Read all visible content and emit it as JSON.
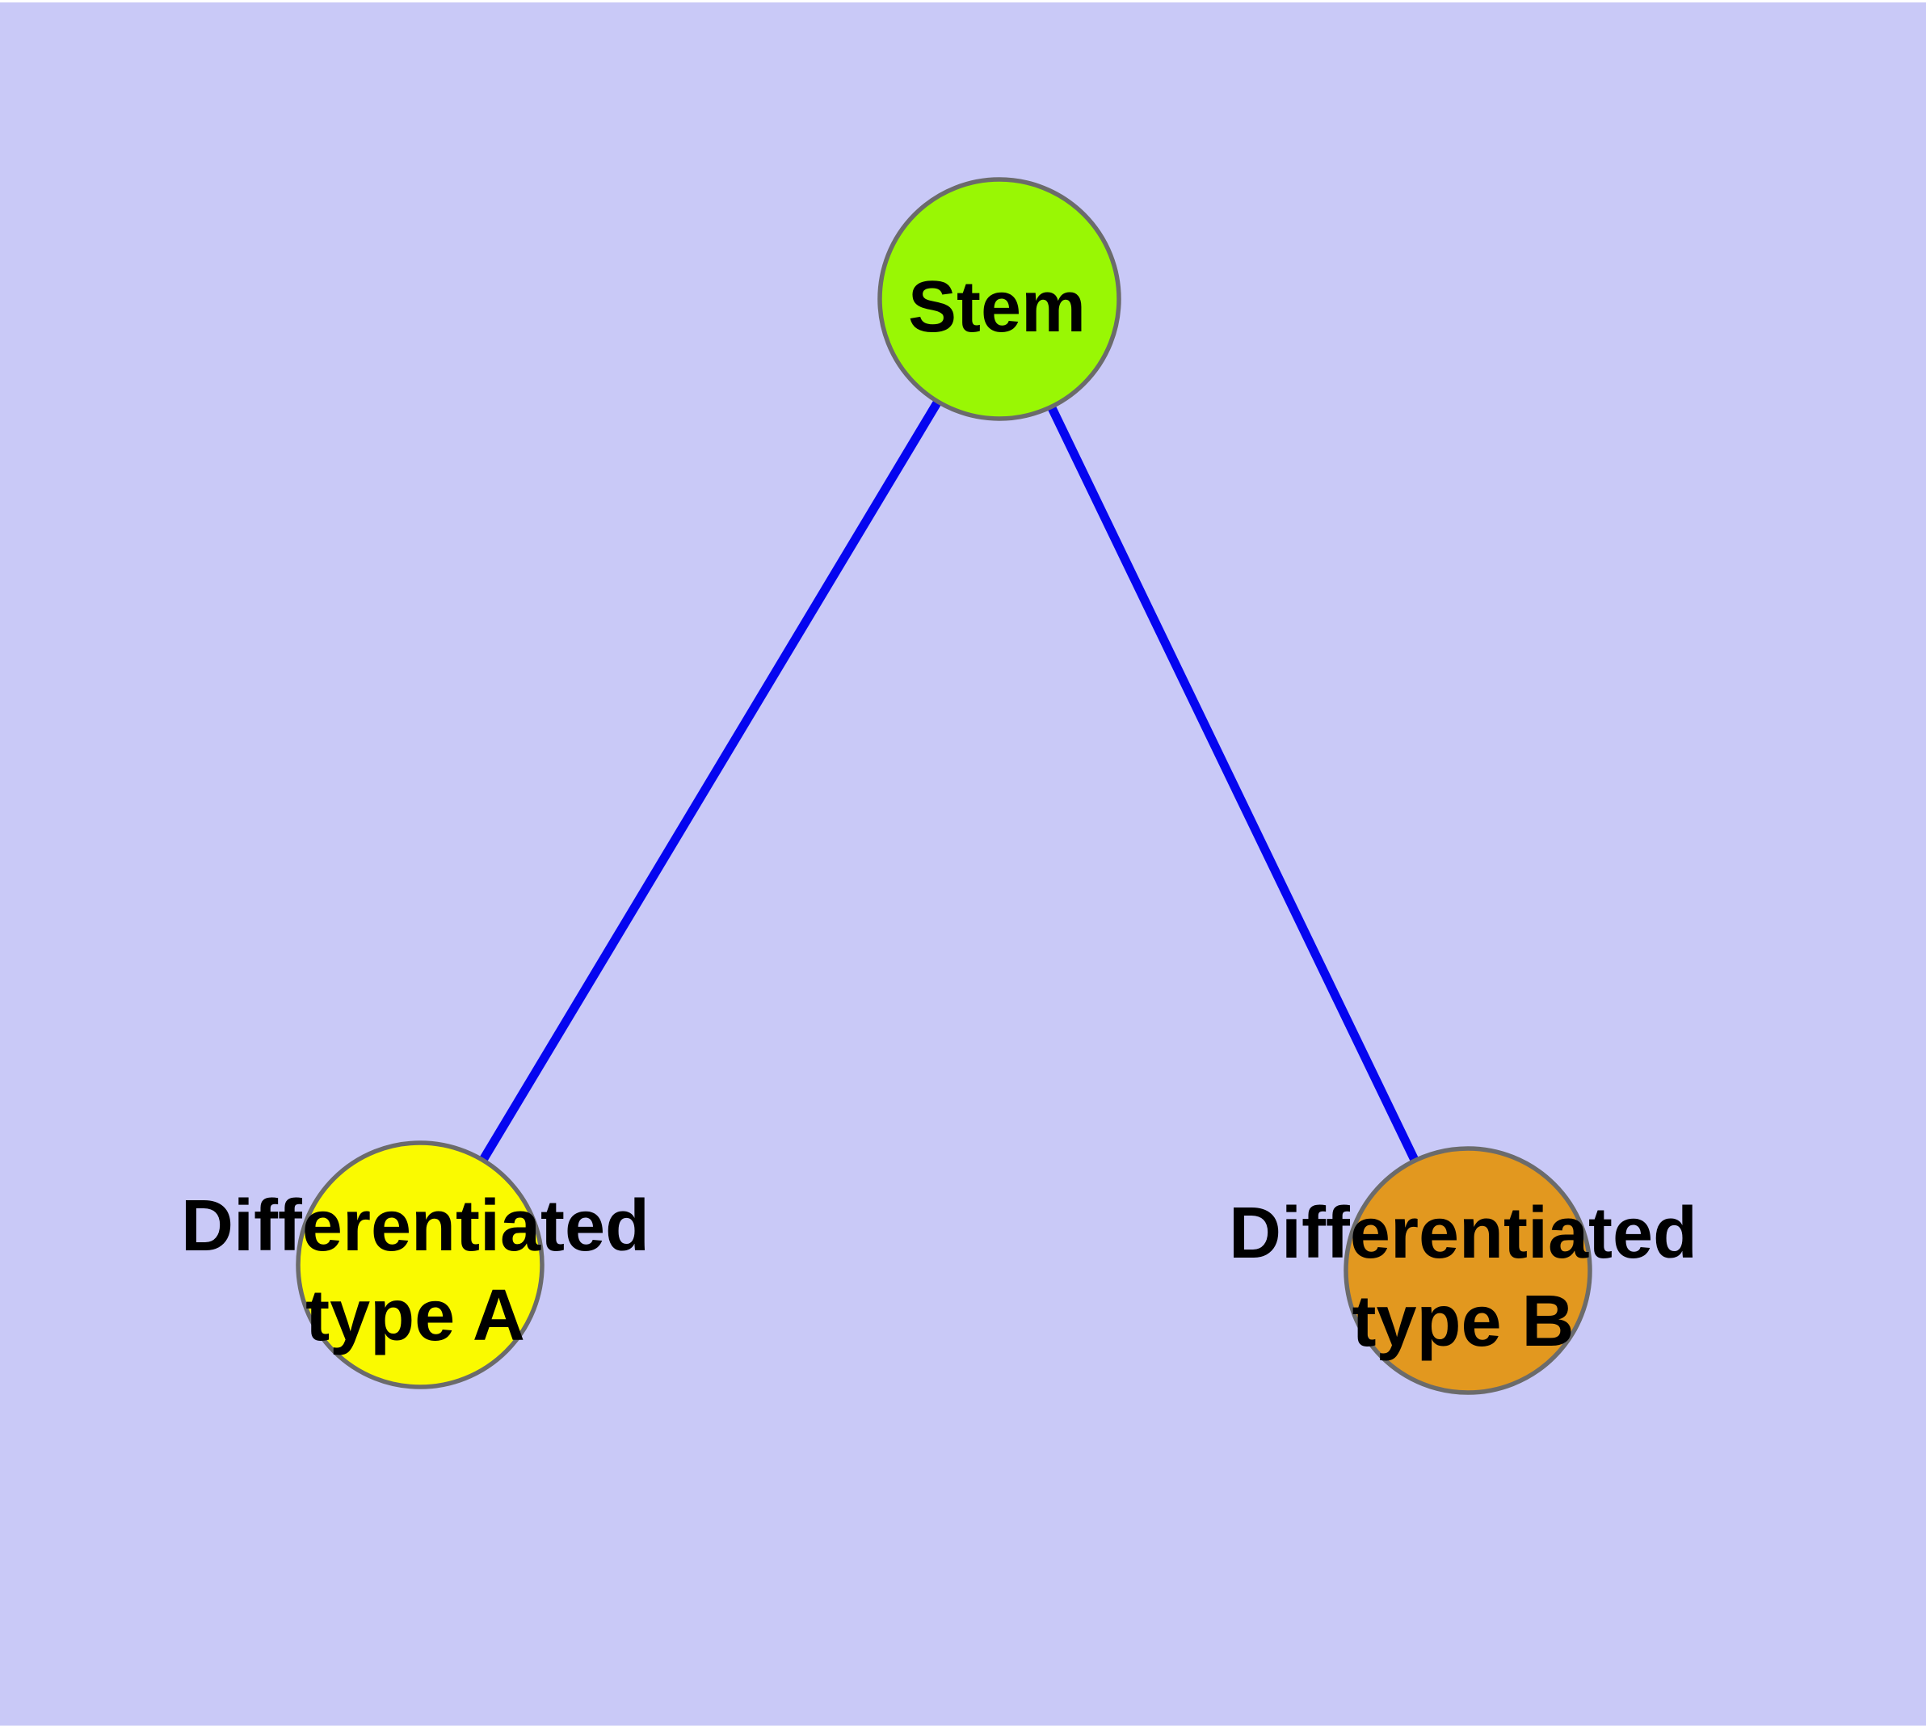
{
  "diagram": {
    "type": "graph",
    "description_colors": {
      "background": "#C9C9F7",
      "page_margin": "#FFFFFF",
      "edge": "#0505F0",
      "node_border": "#6B6B6B",
      "label_text": "#000000"
    },
    "nodes": {
      "stem": {
        "label": "Stem",
        "fill": "#99F704"
      },
      "type_a": {
        "label_line1": "Differentiated",
        "label_line2": "type A",
        "label_full": "Differentiated type A",
        "fill": "#FAFA00"
      },
      "type_b": {
        "label_line1": "Differentiated",
        "label_line2": "type B",
        "label_full": "Differentiated type B",
        "fill": "#E2981F"
      }
    },
    "edges": [
      {
        "from": "Stem",
        "to": "Differentiated type A"
      },
      {
        "from": "Stem",
        "to": "Differentiated type B"
      }
    ]
  }
}
